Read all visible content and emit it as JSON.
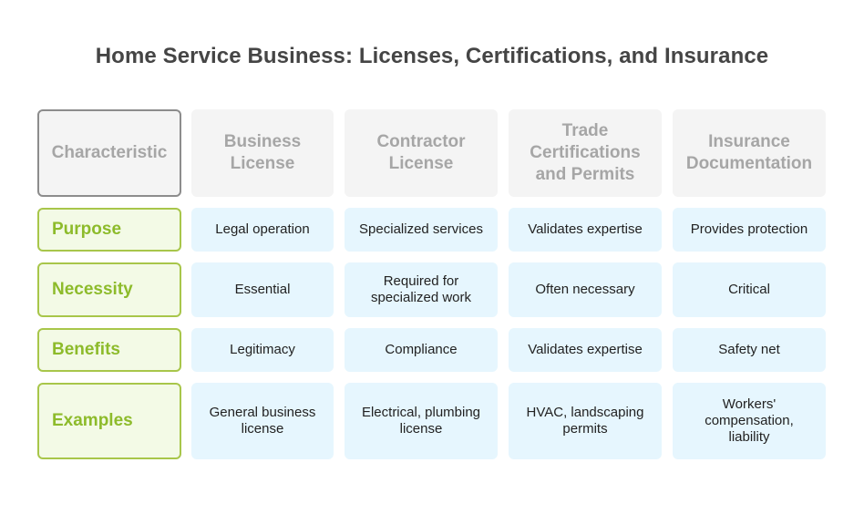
{
  "title": "Home Service Business: Licenses, Certifications, and Insurance",
  "table": {
    "corner": "Characteristic",
    "columns": [
      "Business\nLicense",
      "Contractor\nLicense",
      "Trade\nCertifications\nand Permits",
      "Insurance\nDocumentation"
    ],
    "rows": [
      {
        "label": "Purpose",
        "cells": [
          "Legal operation",
          "Specialized services",
          "Validates expertise",
          "Provides protection"
        ]
      },
      {
        "label": "Necessity",
        "cells": [
          "Essential",
          "Required for\nspecialized work",
          "Often necessary",
          "Critical"
        ]
      },
      {
        "label": "Benefits",
        "cells": [
          "Legitimacy",
          "Compliance",
          "Validates expertise",
          "Safety net"
        ]
      },
      {
        "label": "Examples",
        "cells": [
          "General business\nlicense",
          "Electrical, plumbing\nlicense",
          "HVAC, landscaping\npermits",
          "Workers'\ncompensation,\nliability"
        ]
      }
    ]
  },
  "colors": {
    "header_bg": "#f4f4f4",
    "header_text": "#a6a6a6",
    "label_bg": "#f3fae6",
    "label_border": "#a8c64a",
    "label_text": "#8dbb2b",
    "cell_bg": "#e6f6fe"
  }
}
